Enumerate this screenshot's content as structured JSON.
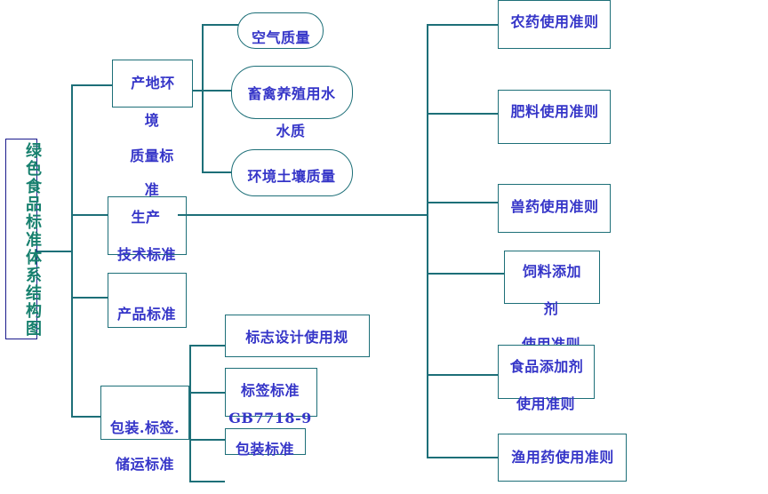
{
  "title": "绿色食品标准体系结构图",
  "colors": {
    "line": "#1d6f78",
    "text": "#3535c8",
    "title_text": "#17806e",
    "title_border": "#1a1a8c"
  },
  "groups": {
    "origin_env": {
      "label_lines": [
        "产地环",
        "境",
        "质量标",
        "准"
      ],
      "children": {
        "air": "空气质量",
        "water_line1": "畜禽养殖用水",
        "water_line2": "水质",
        "soil": "环境土壤质量"
      }
    },
    "production": {
      "label_lines": [
        "生产",
        "技术标准"
      ],
      "children": {
        "pesticide": "农药使用准则",
        "fertilizer": "肥料使用准则",
        "vet_drug": "兽药使用准则",
        "feed_additive_lines": [
          "饲料添加",
          "剂",
          "使用准则"
        ],
        "food_additive_lines": [
          "食品添加剂",
          "使用准则"
        ],
        "fishery_drug": "渔用药使用准则"
      }
    },
    "product": {
      "label": "产品标准"
    },
    "packaging": {
      "label_lines": [
        "包装.标签.",
        "储运标准"
      ],
      "children": {
        "logo": "标志设计使用规",
        "label_std": "标签标准",
        "label_code": "GB7718-9",
        "package_std": "包装标准"
      }
    }
  }
}
